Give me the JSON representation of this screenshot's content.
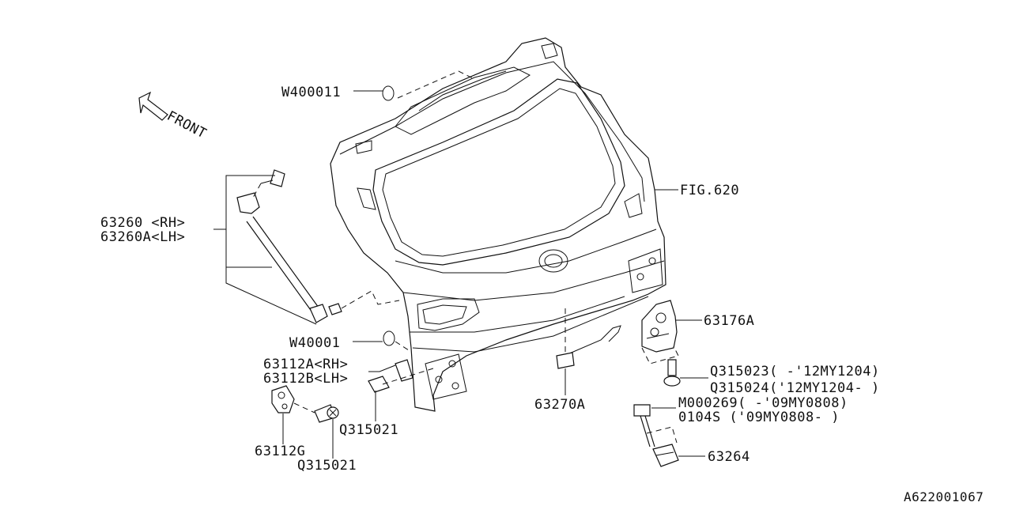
{
  "diagram": {
    "front_label": "FRONT",
    "fig_ref": "FIG.620",
    "footer_code": "A622001067",
    "parts": {
      "w400011": "W400011",
      "p63260": "63260 <RH>",
      "p63260a": "63260A<LH>",
      "w40001": "W40001",
      "p63112a": "63112A<RH>",
      "p63112b": "63112B<LH>",
      "q315021_a": "Q315021",
      "p63112g": "63112G",
      "q315021_b": "Q315021",
      "p63270a": "63270A",
      "p63176a": "63176A",
      "q315023": "Q315023( -'12MY1204)",
      "q315024": "Q315024('12MY1204- )",
      "m000269": "M000269( -'09MY0808)",
      "p0104s": "0104S   ('09MY0808- )",
      "p63264": "63264"
    }
  }
}
